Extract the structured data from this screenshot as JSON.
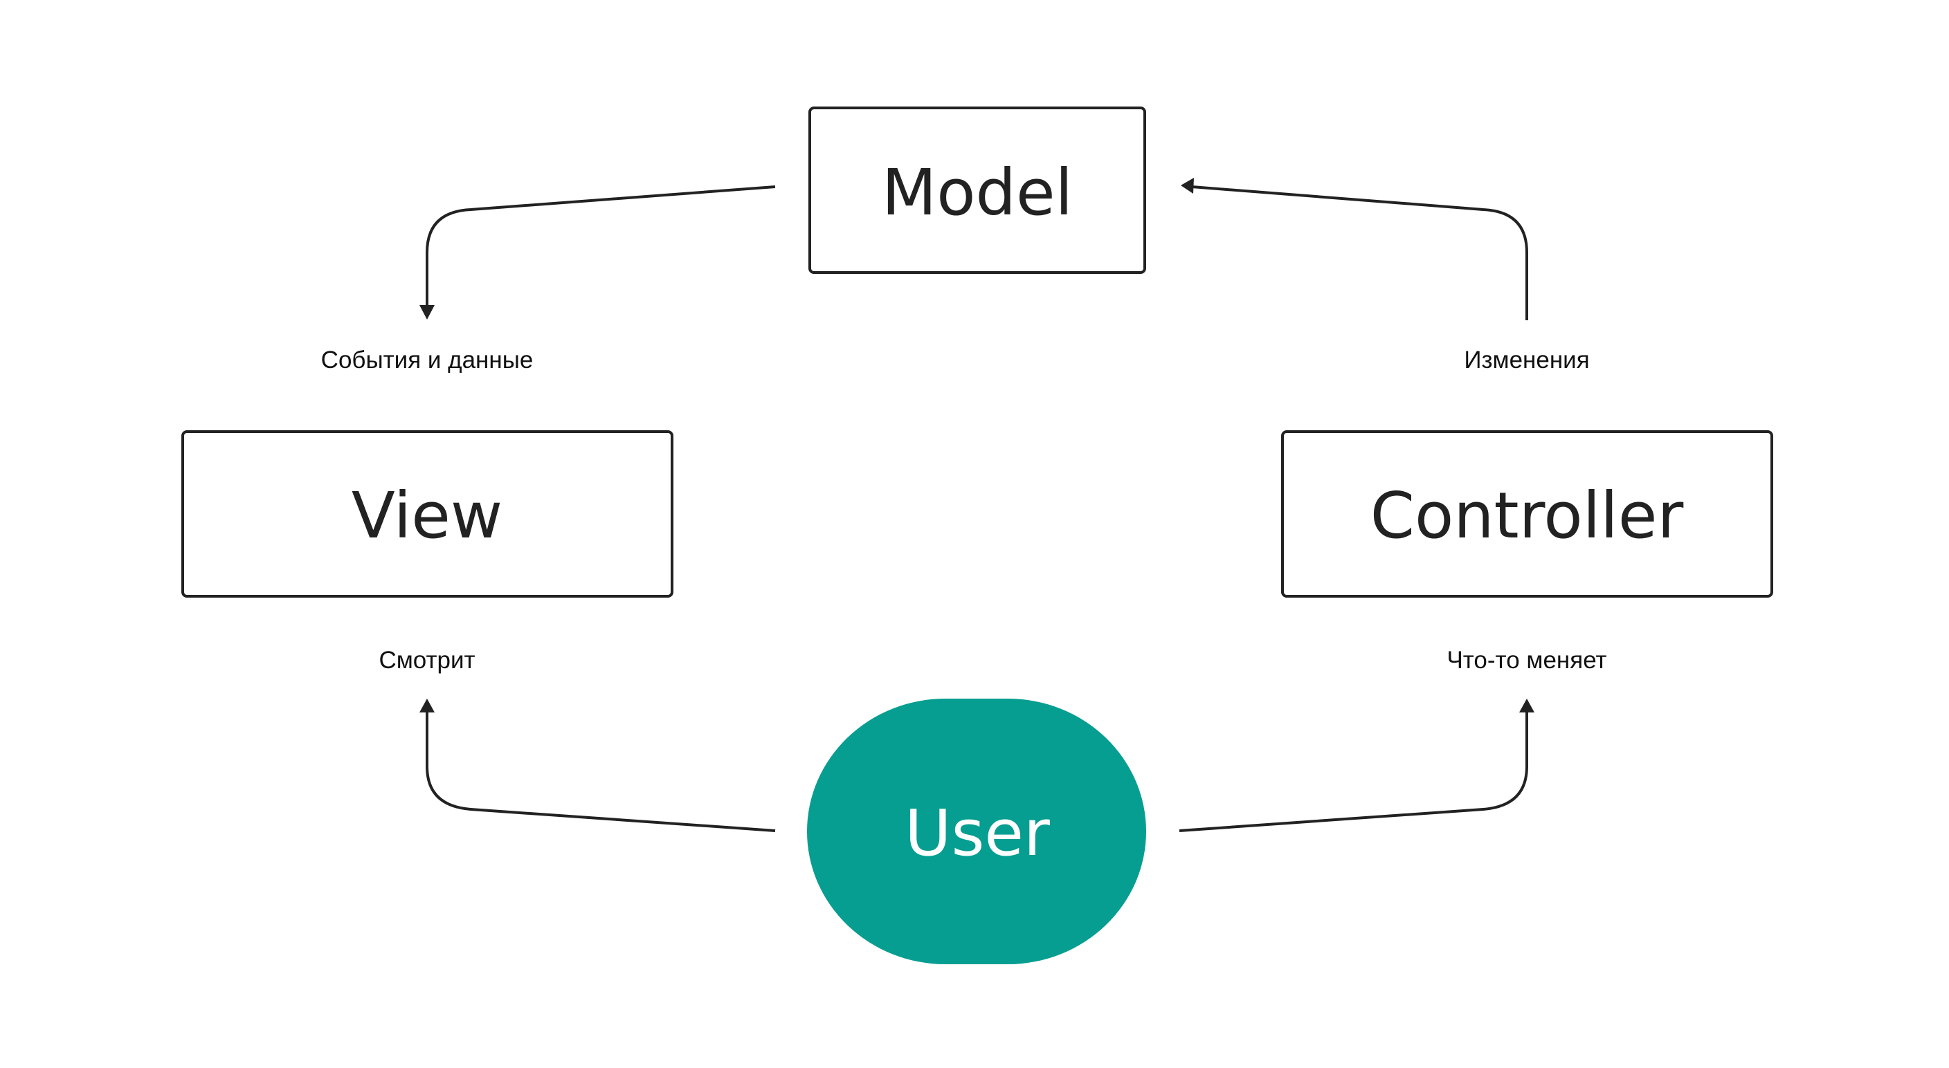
{
  "diagram": {
    "nodes": {
      "model": {
        "label": "Model"
      },
      "view": {
        "label": "View"
      },
      "controller": {
        "label": "Controller"
      },
      "user": {
        "label": "User"
      }
    },
    "edges": {
      "model_to_view": {
        "label": "События и данные"
      },
      "controller_to_model": {
        "label": "Изменения"
      },
      "user_to_view": {
        "label": "Смотрит"
      },
      "user_to_controller": {
        "label": "Что-то меняет"
      }
    }
  },
  "colors": {
    "line": "#222222",
    "user_fill": "#069e91",
    "user_text": "#ffffff",
    "box_fill": "#ffffff",
    "background": "#ffffff"
  }
}
